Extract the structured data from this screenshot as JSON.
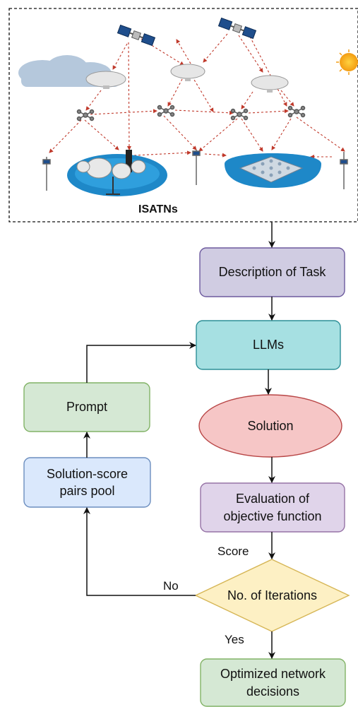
{
  "illustration": {
    "title": "ISATNs",
    "icons": [
      "satellite-icon",
      "airship-icon",
      "drone-icon",
      "radio-tower-icon",
      "ground-station-dish-icon",
      "ocean-buoy-field-icon",
      "cloud-icon",
      "sun-icon"
    ]
  },
  "flow": {
    "task": "Description of Task",
    "llms": "LLMs",
    "solution": "Solution",
    "evaluation": "Evaluation of\nobjective function",
    "iterations": "No. of Iterations",
    "optimized": "Optimized network\ndecisions",
    "pool": "Solution-score\npairs pool",
    "prompt": "Prompt"
  },
  "edge_labels": {
    "score": "Score",
    "no": "No",
    "yes": "Yes"
  },
  "colors": {
    "task_fill": "#d0cce2",
    "task_stroke": "#6d5a9e",
    "llms_fill": "#a6e0e2",
    "llms_stroke": "#2d8f97",
    "solution_fill": "#f6c6c6",
    "solution_stroke": "#b84646",
    "evaluation_fill": "#e0d4ea",
    "evaluation_stroke": "#9673a6",
    "decision_fill": "#fdf0c4",
    "decision_stroke": "#d6b656",
    "optimized_fill": "#d5e8d4",
    "optimized_stroke": "#82b366",
    "pool_fill": "#dae8fc",
    "pool_stroke": "#6c8ebf",
    "prompt_fill": "#d5e8d4",
    "prompt_stroke": "#82b366",
    "link_red": "#c0392b"
  }
}
